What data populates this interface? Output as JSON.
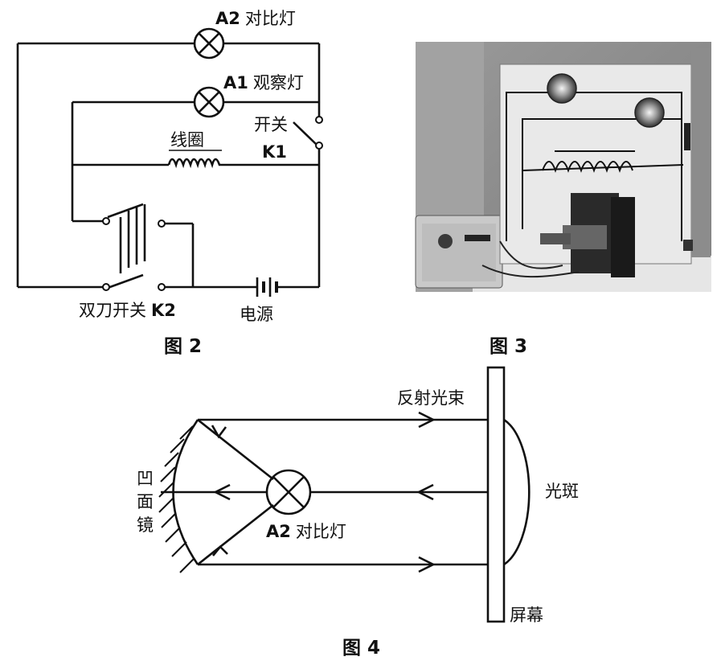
{
  "fig2": {
    "caption": "图 2",
    "lamp_a2": {
      "id": "A2",
      "name": "对比灯"
    },
    "lamp_a1": {
      "id": "A1",
      "name": "观察灯"
    },
    "switch_k1": {
      "name": "开关",
      "id": "K1"
    },
    "coil": "线圈",
    "switch_k2": {
      "name": "双刀开关",
      "id": "K2"
    },
    "power": "电源"
  },
  "fig3": {
    "caption": "图 3"
  },
  "fig4": {
    "caption": "图 4",
    "reflected_beam": "反射光束",
    "mirror": [
      "凹",
      "面",
      "镜"
    ],
    "light_spot": "光斑",
    "lamp": {
      "id": "A2",
      "name": "对比灯"
    },
    "screen": "屏幕"
  }
}
